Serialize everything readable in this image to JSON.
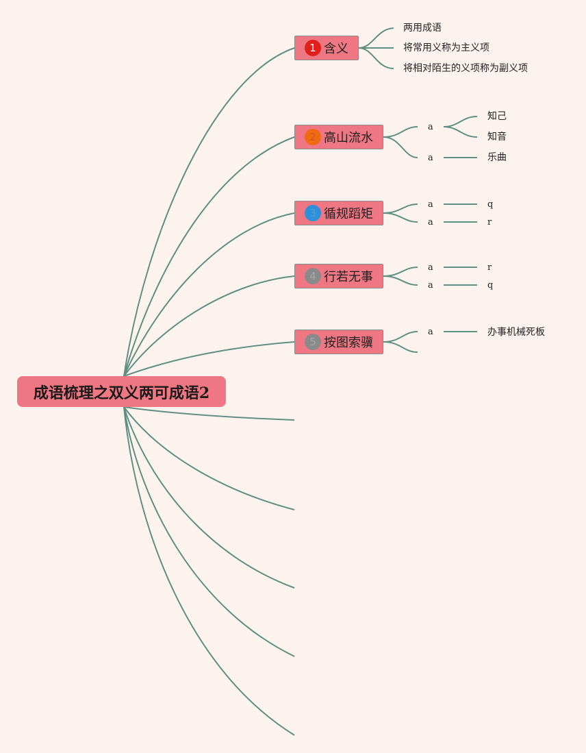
{
  "root": {
    "title": "成语梳理之双义两可成语2"
  },
  "branches": [
    {
      "num": "1",
      "label": "含义",
      "badge_color": "#e0201b",
      "badge_text_color": "#ffffff",
      "children": [
        "两用成语",
        "将常用义称为主义项",
        "将相对陌生的义项称为副义项"
      ]
    },
    {
      "num": "2",
      "label": "高山流水",
      "badge_color": "#f06a12",
      "badge_text_color": "#d4542b",
      "sub": [
        {
          "key": "a",
          "values": [
            "知己",
            "知音"
          ]
        },
        {
          "key": "a",
          "values": [
            "乐曲"
          ]
        }
      ]
    },
    {
      "num": "3",
      "label": "循规蹈矩",
      "badge_color": "#2f8fd8",
      "badge_text_color": "#4aa0dc",
      "sub": [
        {
          "key": "a",
          "values": [
            "q"
          ]
        },
        {
          "key": "a",
          "values": [
            "r"
          ]
        }
      ]
    },
    {
      "num": "4",
      "label": "行若无事",
      "badge_color": "#8a8a8a",
      "badge_text_color": "#a8a8a8",
      "sub": [
        {
          "key": "a",
          "values": [
            "r"
          ]
        },
        {
          "key": "a",
          "values": [
            "q"
          ]
        }
      ]
    },
    {
      "num": "5",
      "label": "按图索骥",
      "badge_color": "#8a8a8a",
      "badge_text_color": "#a8a8a8",
      "sub": [
        {
          "key": "a",
          "values": [
            "办事机械死板"
          ]
        }
      ]
    }
  ],
  "colors": {
    "background": "#fdf3ee",
    "node_fill": "#ef7683",
    "connector": "#5e8f80"
  }
}
